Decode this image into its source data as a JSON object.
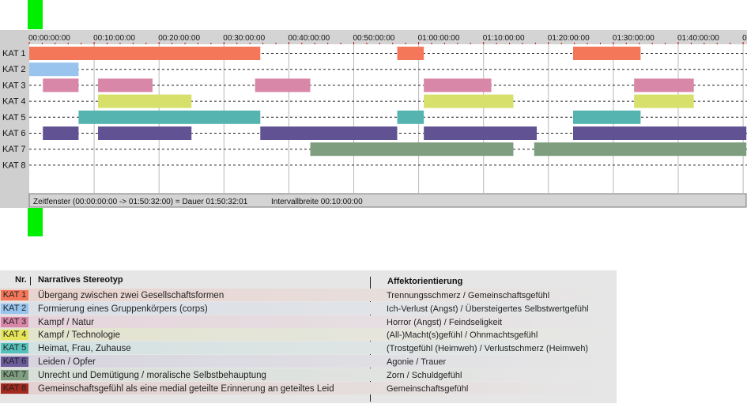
{
  "chart_data": {
    "type": "gantt",
    "time_axis": {
      "start": "00:00:00:00",
      "end": "01:50:32:00",
      "tick_labels": [
        "00:00:00:00",
        "00:10:00:00",
        "00:20:00:00",
        "00:30:00:00",
        "00:40:00:00",
        "00:50:00:00",
        "01:00:00:00",
        "01:10:00:00",
        "01:20:00:00",
        "01:30:00:00",
        "01:40:00:00",
        "0"
      ]
    },
    "footer": {
      "window_text": "Zeitfenster (00:00:00:00 -> 01:50:32:00) = Dauer 01:50:32:01",
      "interval_text": "Intervallbreite 00:10:00:00"
    },
    "categories": [
      {
        "label": "KAT 1",
        "color": "#f5775a",
        "segments": [
          [
            0,
            35.6
          ],
          [
            56.7,
            60.8
          ],
          [
            83.8,
            94.2
          ]
        ]
      },
      {
        "label": "KAT 2",
        "color": "#99c4ee",
        "segments": [
          [
            0,
            7.6
          ]
        ]
      },
      {
        "label": "KAT 3",
        "color": "#d987a8",
        "segments": [
          [
            2.1,
            7.6
          ],
          [
            10.6,
            19.0
          ],
          [
            34.8,
            43.3
          ],
          [
            60.8,
            71.2
          ],
          [
            93.2,
            102.4
          ]
        ]
      },
      {
        "label": "KAT 4",
        "color": "#d6e06a",
        "segments": [
          [
            10.6,
            25.0
          ],
          [
            60.8,
            74.6
          ],
          [
            93.2,
            102.4
          ]
        ]
      },
      {
        "label": "KAT 5",
        "color": "#55b4b0",
        "segments": [
          [
            7.6,
            35.6
          ],
          [
            56.7,
            60.8
          ],
          [
            83.8,
            94.2
          ]
        ]
      },
      {
        "label": "KAT 6",
        "color": "#615393",
        "segments": [
          [
            2.1,
            7.6
          ],
          [
            10.6,
            25.0
          ],
          [
            35.6,
            56.7
          ],
          [
            60.8,
            78.2
          ],
          [
            83.8,
            110.5
          ]
        ]
      },
      {
        "label": "KAT 7",
        "color": "#7f9e80",
        "segments": [
          [
            43.3,
            74.6
          ],
          [
            77.8,
            110.5
          ]
        ]
      },
      {
        "label": "KAT 8",
        "color": "#a32a1e",
        "segments": []
      }
    ]
  },
  "legend": {
    "header_nr": "Nr.",
    "header_narrative": "Narratives Stereotyp",
    "header_affect": "Affektorientierung",
    "rows": [
      {
        "code": "KAT 1",
        "color": "#f5775a",
        "row_bg": "#e9d2cc",
        "narrative": "Übergang zwischen zwei Gesellschaftsformen",
        "affect": "Trennungsschmerz / Gemeinschaftsgefühl"
      },
      {
        "code": "KAT 2",
        "color": "#99c4ee",
        "row_bg": "#d9dfe8",
        "narrative": "Formierung eines Gruppenkörpers (corps)",
        "affect": "Ich-Verlust (Angst) / Übersteigertes Selbstwertgefühl"
      },
      {
        "code": "KAT 3",
        "color": "#d987a8",
        "row_bg": "#e6d3db",
        "narrative": "Kampf / Natur",
        "affect": "Horror (Angst) / Feindseligkeit"
      },
      {
        "code": "KAT 4",
        "color": "#e6e55a",
        "row_bg": "#e3e4cd",
        "narrative": "Kampf / Technologie",
        "affect": "(All-)Macht(s)gefühl / Ohnmachtsgefühl"
      },
      {
        "code": "KAT 5",
        "color": "#55c0bc",
        "row_bg": "#d2e2e1",
        "narrative": "Heimat, Frau, Zuhause",
        "affect": "(Trostgefühl (Heimweh) / Verlustschmerz (Heimweh)"
      },
      {
        "code": "KAT 6",
        "color": "#6b5c9c",
        "row_bg": "#d6d3df",
        "narrative": "Leiden / Opfer",
        "affect": "Agonie / Trauer"
      },
      {
        "code": "KAT 7",
        "color": "#7f9e80",
        "row_bg": "#d7ded7",
        "narrative": "Unrecht und Demütigung / moralische Selbstbehauptung",
        "affect": "Zorn / Schuldgefühl"
      },
      {
        "code": "KAT 8",
        "color": "#a32a1e",
        "row_bg": "#e4d0ce",
        "narrative": "Gemeinschaftsgefühl als eine medial geteilte Erinnerung an geteiltes Leid",
        "affect": "Gemeinschaftsgefühl"
      }
    ]
  }
}
